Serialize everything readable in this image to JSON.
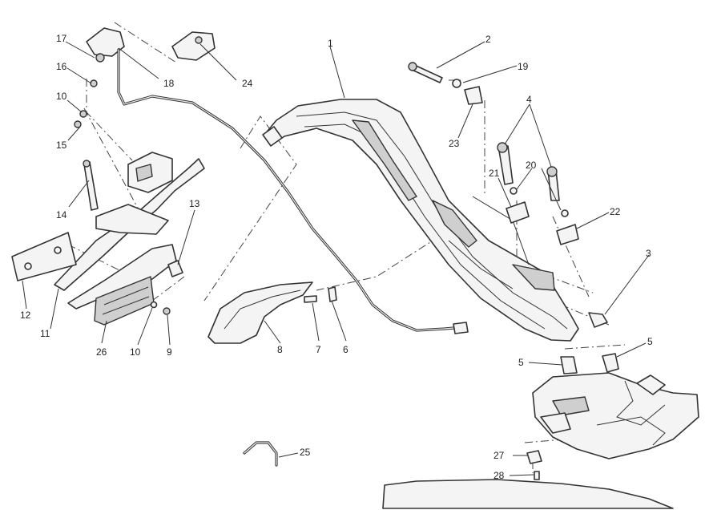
{
  "callouts": {
    "c1": "1",
    "c2": "2",
    "c3": "3",
    "c4": "4",
    "c5a": "5",
    "c5b": "5",
    "c6": "6",
    "c7": "7",
    "c8": "8",
    "c9": "9",
    "c10a": "10",
    "c10b": "10",
    "c11": "11",
    "c12": "12",
    "c13": "13",
    "c14": "14",
    "c15": "15",
    "c16": "16",
    "c17": "17",
    "c18": "18",
    "c19": "19",
    "c20": "20",
    "c21": "21",
    "c22": "22",
    "c23": "23",
    "c24": "24",
    "c25": "25",
    "c26": "26",
    "c27": "27",
    "c28": "28"
  }
}
